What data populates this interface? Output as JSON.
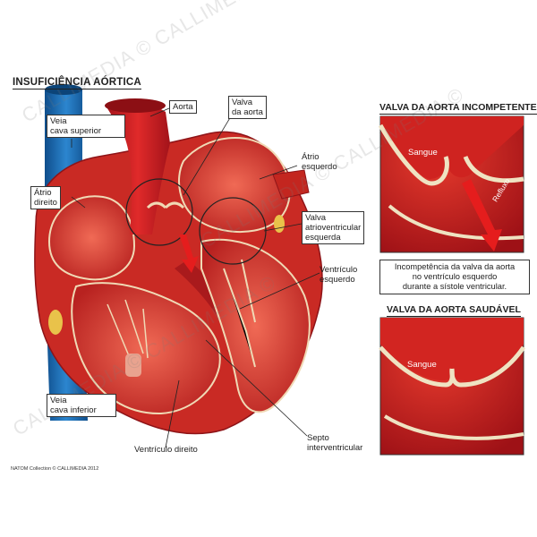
{
  "title": "INSUFICIÊNCIA AÓRTICA",
  "labels": {
    "aorta": "Aorta",
    "valva_aorta": "Valva\nda aorta",
    "veia_cava_superior": "Veia\ncava superior",
    "atrio_esquerdo": "Átrio\nesquerdo",
    "atrio_direito": "Átrio\ndireito",
    "valva_atrioventricular": "Valva\natrioventricular\nesquerda",
    "ventriculo_esquerdo": "Ventrículo\nesquerdo",
    "veia_cava_inferior": "Veia\ncava inferior",
    "ventriculo_direito": "Ventrículo direito",
    "septo": "Septo\ninterventricular"
  },
  "incompetent_panel": {
    "title": "VALVA DA AORTA INCOMPETENTE",
    "blood_label": "Sangue",
    "reflux_label": "Refluxo",
    "description": "Incompetência da valva da aorta\nno ventrículo esquerdo\ndurante a sístole ventricular."
  },
  "healthy_panel": {
    "title": "VALVA DA AORTA SAUDÁVEL",
    "blood_label": "Sangue"
  },
  "footer": "NATOM Collection © CALLIMEDIA 2012",
  "watermark": "CALLIMEDIA © CALLIMEDIA ©",
  "colors": {
    "vein_blue": "#1f6fb5",
    "heart_red": "#c8201e",
    "tissue_red": "#e0483a",
    "valve_cream": "#efe3c2"
  }
}
